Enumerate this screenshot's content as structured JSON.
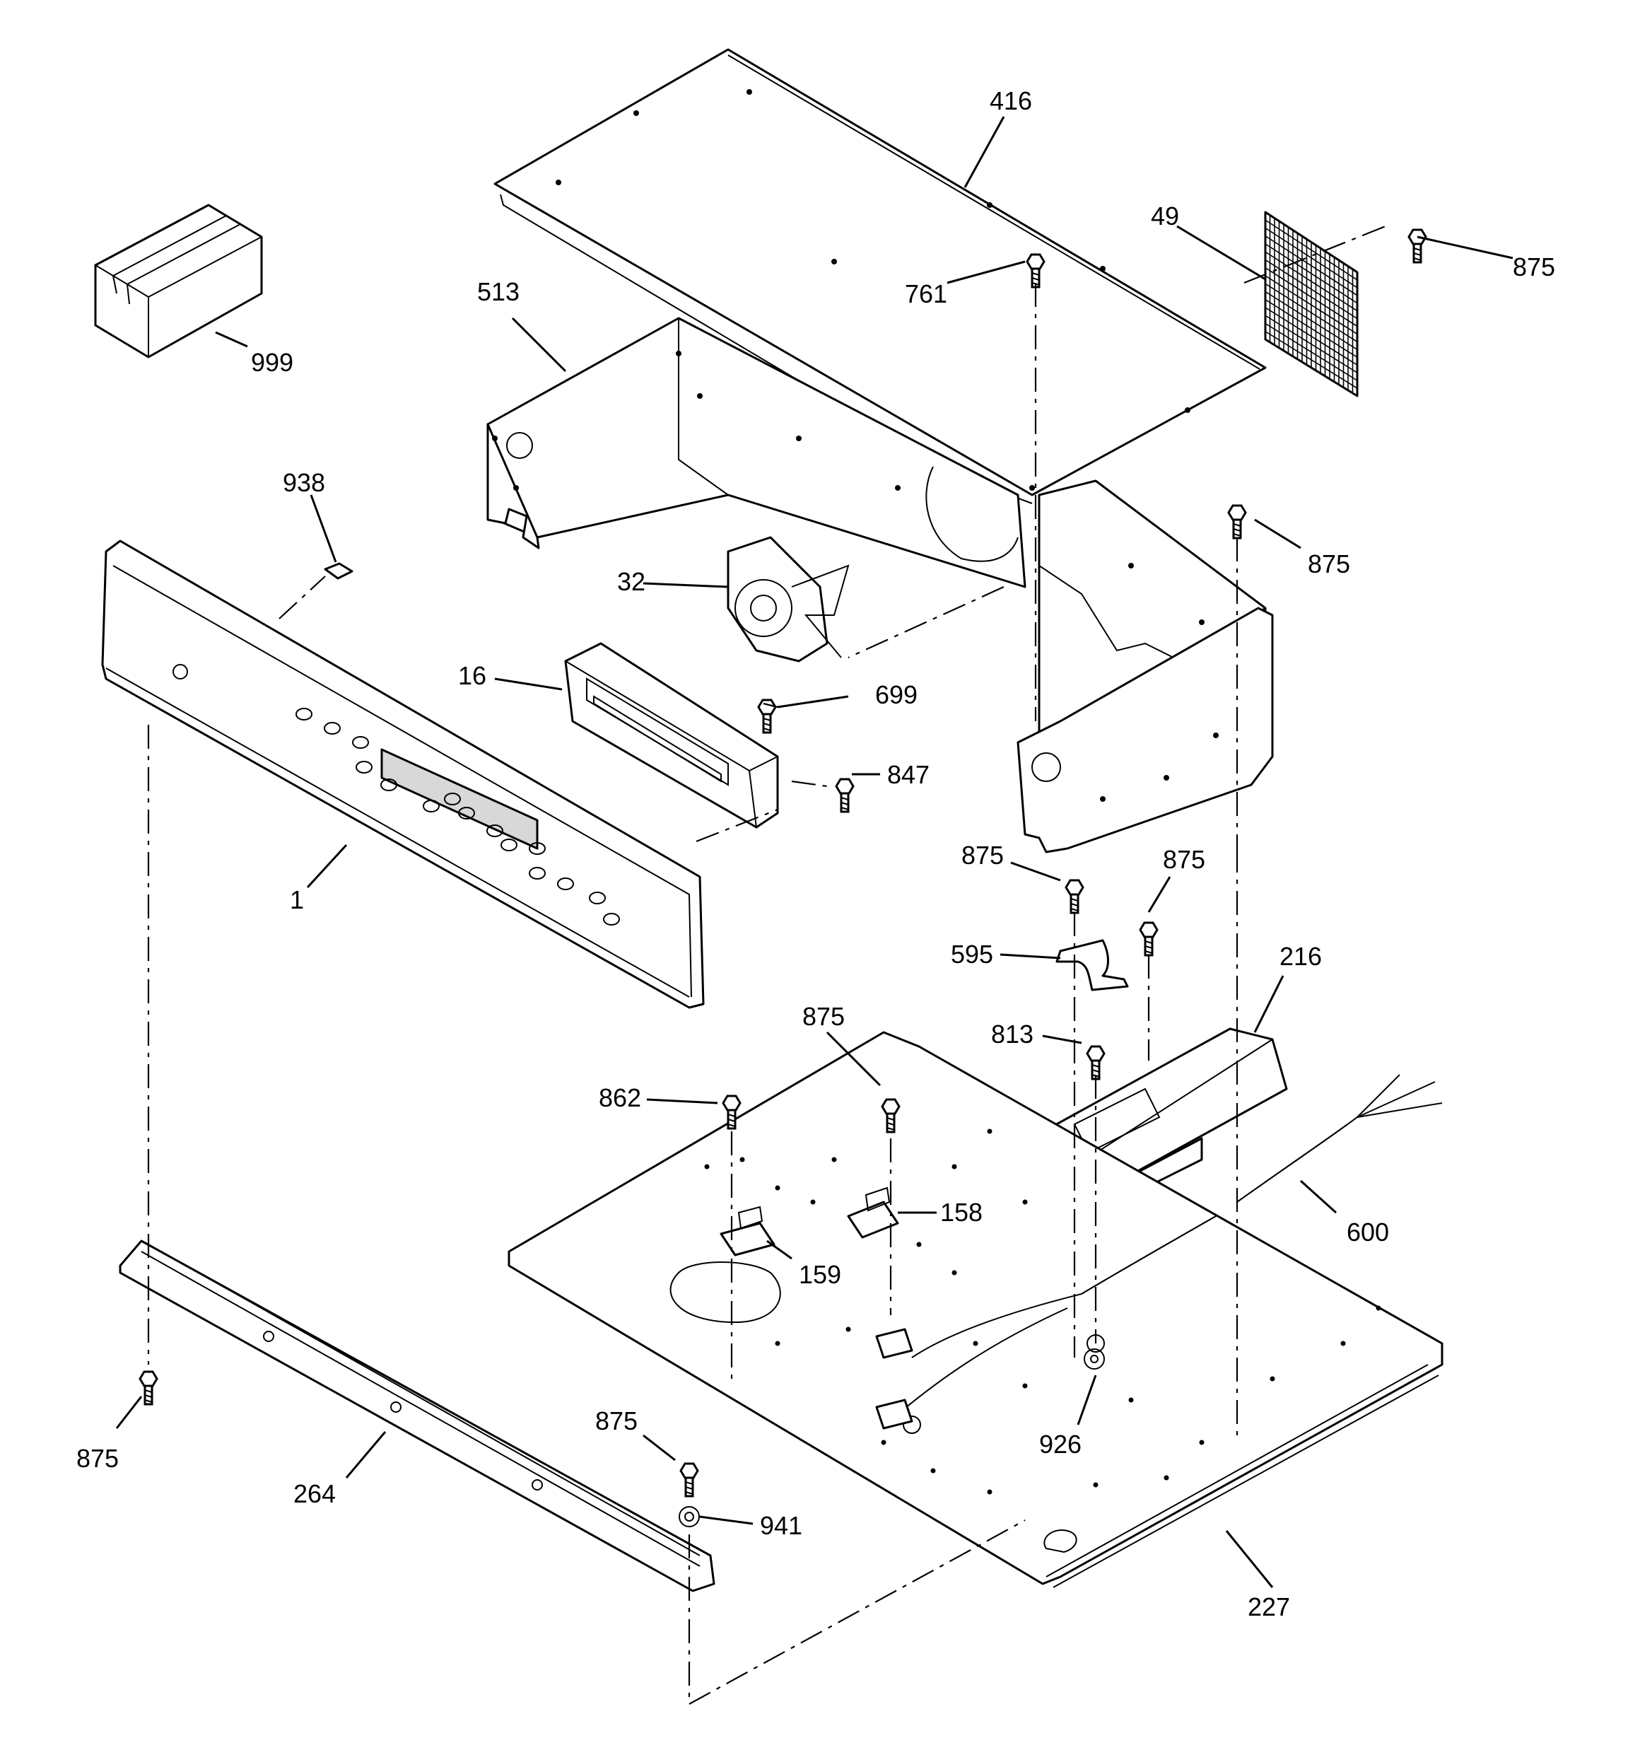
{
  "diagram": {
    "callouts": [
      {
        "id": "c416",
        "label": "416"
      },
      {
        "id": "c49",
        "label": "49"
      },
      {
        "id": "c875_tr",
        "label": "875"
      },
      {
        "id": "c999",
        "label": "999"
      },
      {
        "id": "c513",
        "label": "513"
      },
      {
        "id": "c761",
        "label": "761"
      },
      {
        "id": "c938",
        "label": "938"
      },
      {
        "id": "c875_r",
        "label": "875"
      },
      {
        "id": "c32",
        "label": "32"
      },
      {
        "id": "c16",
        "label": "16"
      },
      {
        "id": "c699",
        "label": "699"
      },
      {
        "id": "c847",
        "label": "847"
      },
      {
        "id": "c1",
        "label": "1"
      },
      {
        "id": "c875_m1",
        "label": "875"
      },
      {
        "id": "c875_m2",
        "label": "875"
      },
      {
        "id": "c595",
        "label": "595"
      },
      {
        "id": "c216",
        "label": "216"
      },
      {
        "id": "c875_m3",
        "label": "875"
      },
      {
        "id": "c813",
        "label": "813"
      },
      {
        "id": "c862",
        "label": "862"
      },
      {
        "id": "c158",
        "label": "158"
      },
      {
        "id": "c600",
        "label": "600"
      },
      {
        "id": "c159",
        "label": "159"
      },
      {
        "id": "c875_l",
        "label": "875"
      },
      {
        "id": "c926",
        "label": "926"
      },
      {
        "id": "c875_b",
        "label": "875"
      },
      {
        "id": "c264",
        "label": "264"
      },
      {
        "id": "c941",
        "label": "941"
      },
      {
        "id": "c227",
        "label": "227"
      }
    ]
  }
}
